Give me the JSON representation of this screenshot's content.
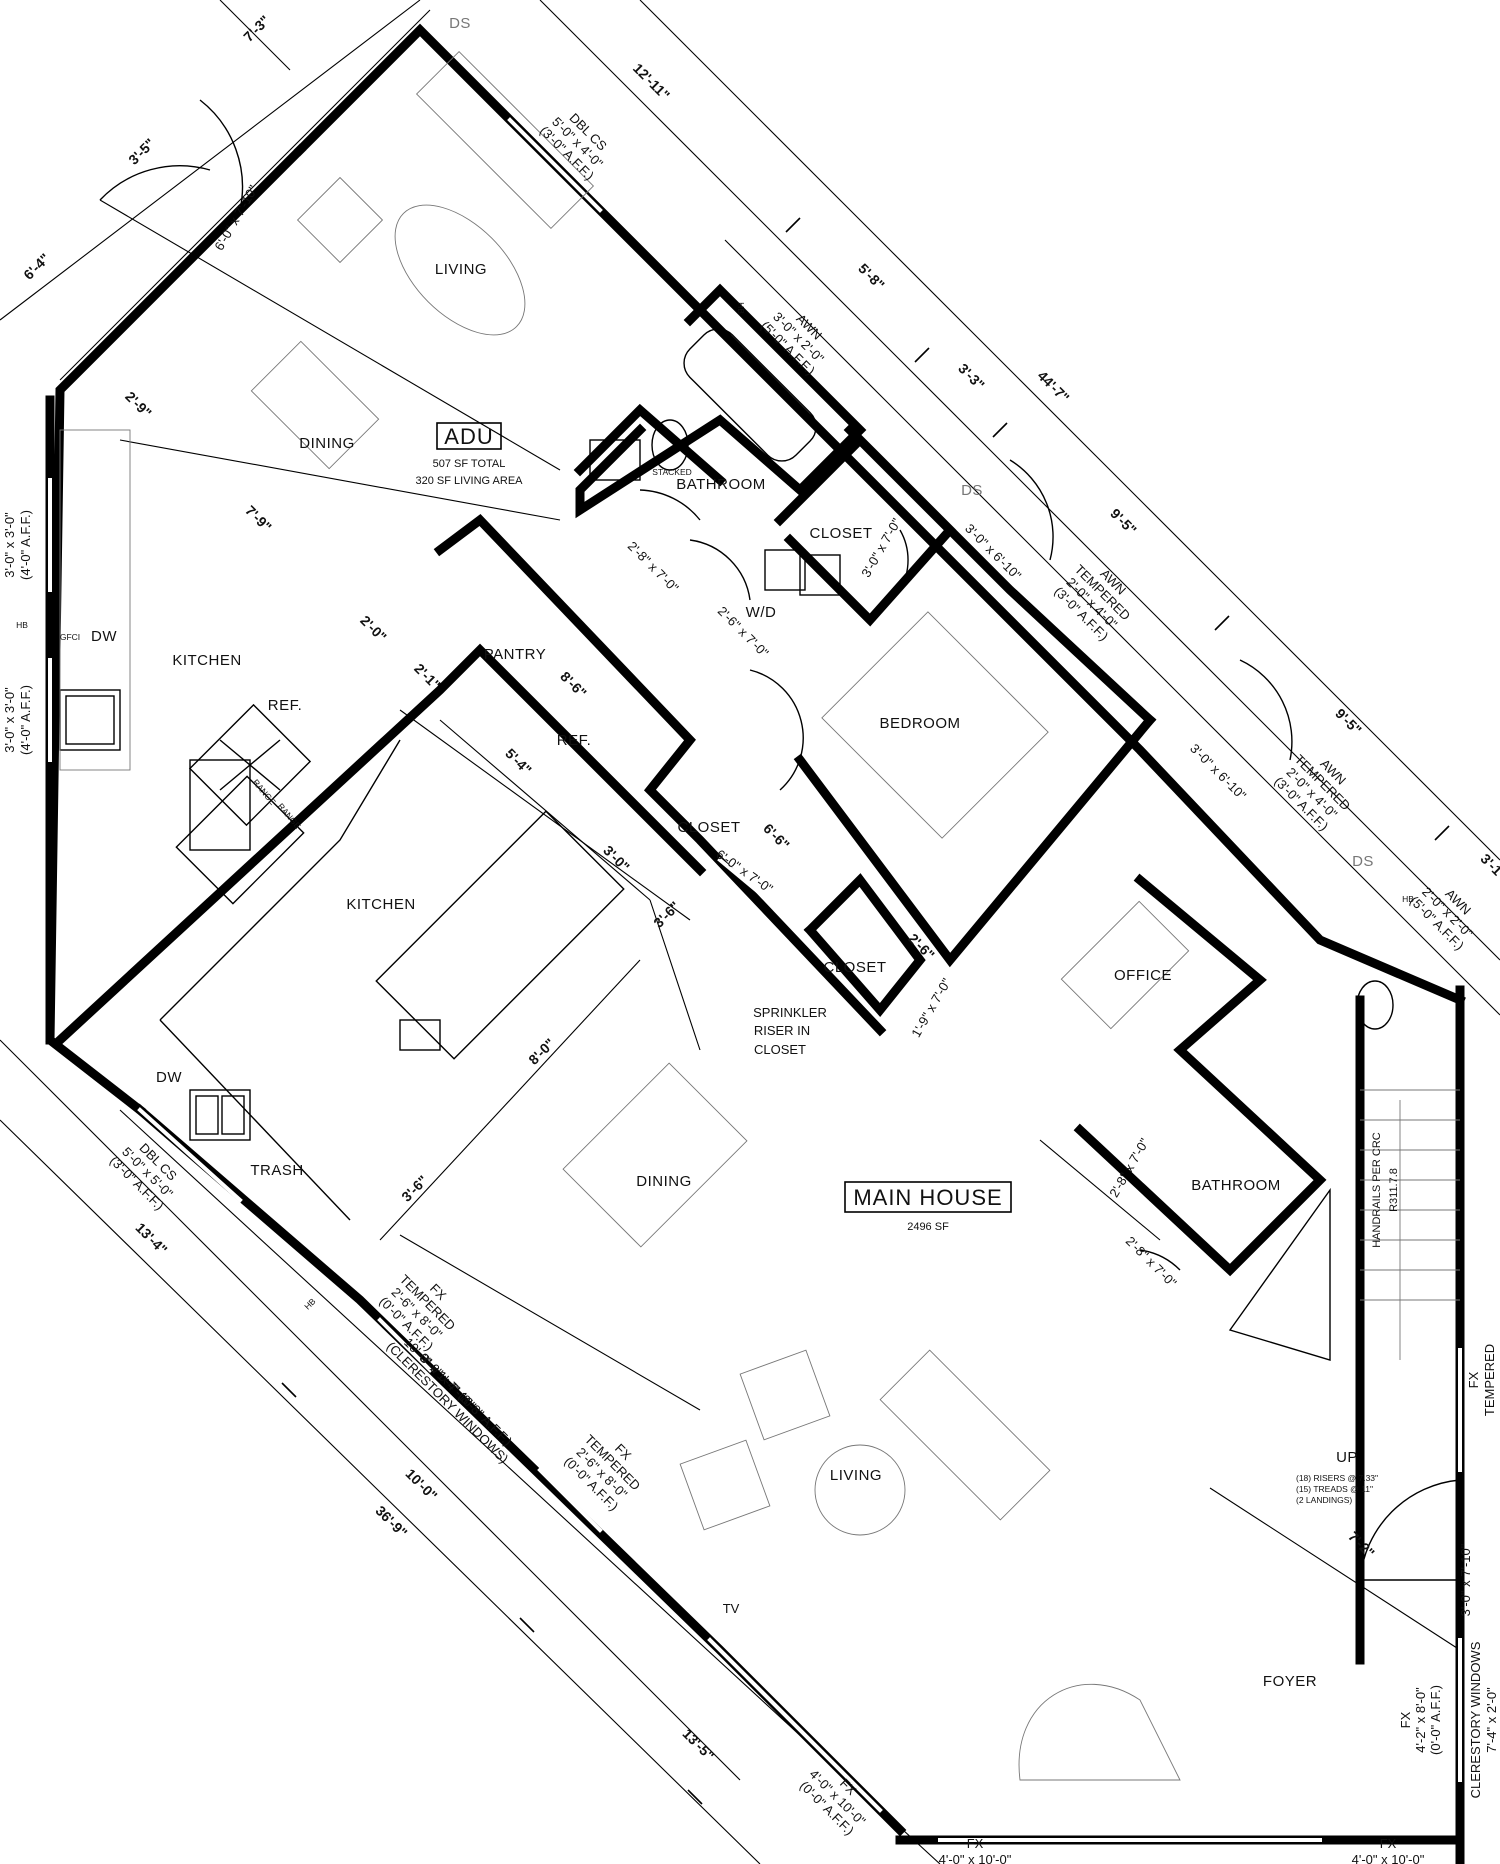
{
  "adu": {
    "title": "ADU",
    "total": "507 SF TOTAL",
    "living_area": "320 SF LIVING AREA"
  },
  "main_house": {
    "title": "MAIN HOUSE",
    "area": "2496 SF"
  },
  "rooms": {
    "adu_living": "LIVING",
    "adu_dining": "DINING",
    "adu_kitchen": "KITCHEN",
    "adu_bathroom": "BATHROOM",
    "adu_closet": "CLOSET",
    "adu_wd": "W/D",
    "pantry": "PANTRY",
    "kitchen": "KITCHEN",
    "closet_1": "CLOSET",
    "closet_2": "CLOSET",
    "bedroom": "BEDROOM",
    "office": "OFFICE",
    "bathroom": "BATHROOM",
    "dining": "DINING",
    "living": "LIVING",
    "foyer": "FOYER"
  },
  "labels": {
    "dw_1": "DW",
    "dw_2": "DW",
    "ref_1": "REF.",
    "ref_2": "REF.",
    "trash": "TRASH",
    "stacked": "STACKED",
    "ds_1": "DS",
    "ds_2": "DS",
    "ds_3": "DS",
    "hb_1": "HB",
    "hb_2": "HB",
    "hb_3": "HB",
    "hb_4": "HB",
    "gfci": "GFCI",
    "range_1": "RANGE",
    "range_2": "RANGE",
    "sprinkler_1": "SPRINKLER",
    "sprinkler_2": "RISER IN",
    "sprinkler_3": "CLOSET",
    "tv": "TV",
    "up": "UP",
    "risers": "(18) RISERS @ 7.33\"",
    "treads": "(15) TREADS @ 11\"",
    "landings": "(2 LANDINGS)",
    "handrails_1": "HANDRAILS PER CRC",
    "handrails_2": "R311.7.8"
  },
  "openings": {
    "dbl_cs_1": [
      "DBL CS",
      "5'-0\" x 4'-0\"",
      "(3'-0\" A.F.F.)"
    ],
    "awn_1": [
      "AWN",
      "3'-0\" x 2'-0\"",
      "(5'-0\" A.F.F.)"
    ],
    "awn_2": [
      "AWN",
      "TEMPERED",
      "2'-0\" x 4'-0\"",
      "(3'-0\" A.F.F.)"
    ],
    "awn_3": [
      "AWN",
      "TEMPERED",
      "2'-0\" x 4'-0\"",
      "(3'-0\" A.F.F.)"
    ],
    "awn_4": [
      "AWN",
      "2'-0\" x 2'-0\"",
      "(5'-0\" A.F.F.)"
    ],
    "dbl_cs_2": [
      "DBL CS",
      "5'-0\" x 5'-0\"",
      "(3'-0\" A.F.F.)"
    ],
    "fx_1": [
      "FX",
      "TEMPERED",
      "2'-6\" x 8'-0\"",
      "(0'-0\" A.F.F.)"
    ],
    "clerestory_1": [
      "10'-0\" x 1'-4\" (8'-8\" A.F.F.)",
      "(CLERESTORY WINDOWS)"
    ],
    "fx_2": [
      "FX",
      "TEMPERED",
      "2'-6\" x 8'-0\"",
      "(0'-0\" A.F.F.)"
    ],
    "fx_3": [
      "FX",
      "4'-0\" x 10'-0\"",
      "(0'-0\" A.F.F.)"
    ],
    "fx_4": [
      "FX",
      "TEMPERED"
    ],
    "fx_5": [
      "FX",
      "4'-2\" x 8'-0\"",
      "(0'-0\" A.F.F.)"
    ],
    "clerestory_2": [
      "CLERESTORY WINDOWS",
      "7'-4\" x 2'-0\""
    ],
    "fx_6": [
      "FX",
      "4'-0\" x 10'-0\""
    ],
    "fx_7": [
      "FX",
      "4'-0\" x 10'-0\""
    ],
    "win_left_1": [
      "3'-0\" x 3'-0\"",
      "(4'-0\" A.F.F.)"
    ],
    "win_left_2": [
      "3'-0\" x 3'-0\"",
      "(4'-0\" A.F.F.)"
    ]
  },
  "doors": {
    "d1": "6'-0\" x 7'-10\"",
    "d2": "2'-8\" x 7'-0\"",
    "d3": "3'-0\" x 7'-0\"",
    "d4": "3'-0\" x 6'-10\"",
    "d5": "2'-6\" x 7'-0\"",
    "d6": "3'-0\" x 6'-10\"",
    "d7": "6'-0\" x 7'-0\"",
    "d8": "1'-9\" x 7'-0\"",
    "d9": "2'-8\" x 7'-0\"",
    "d10": "2'-8\" x 7'-0\"",
    "d11": "3'-0\" x 7'-10\"",
    "d12": "3'-0\" x 7'-10\""
  },
  "dimensions": {
    "d_7_3": "7'-3\"",
    "d_3_5": "3'-5\"",
    "d_6_4": "6'-4\"",
    "d_12_11": "12'-11\"",
    "d_5_8": "5'-8\"",
    "d_3_3": "3'-3\"",
    "d_44_7": "44'-7\"",
    "d_9_5a": "9'-5\"",
    "d_9_5b": "9'-5\"",
    "d_3_1": "3'-1",
    "d_2_9": "2'-9\"",
    "d_7_9": "7'-9\"",
    "d_2_0": "2'-0\"",
    "d_2_1": "2'-1\"",
    "d_8_6": "8'-6\"",
    "d_5_4": "5'-4\"",
    "d_3_0": "3'-0\"",
    "d_3_6a": "3'-6\"",
    "d_6_6": "6'-6\"",
    "d_2_6": "2'-6\"",
    "d_8_0": "8'-0\"",
    "d_3_6b": "3'-6\"",
    "d_13_4": "13'-4\"",
    "d_10_0": "10'-0\"",
    "d_36_9": "36'-9\"",
    "d_13_5": "13'-5\"",
    "d_7_2": "7'-2\""
  }
}
